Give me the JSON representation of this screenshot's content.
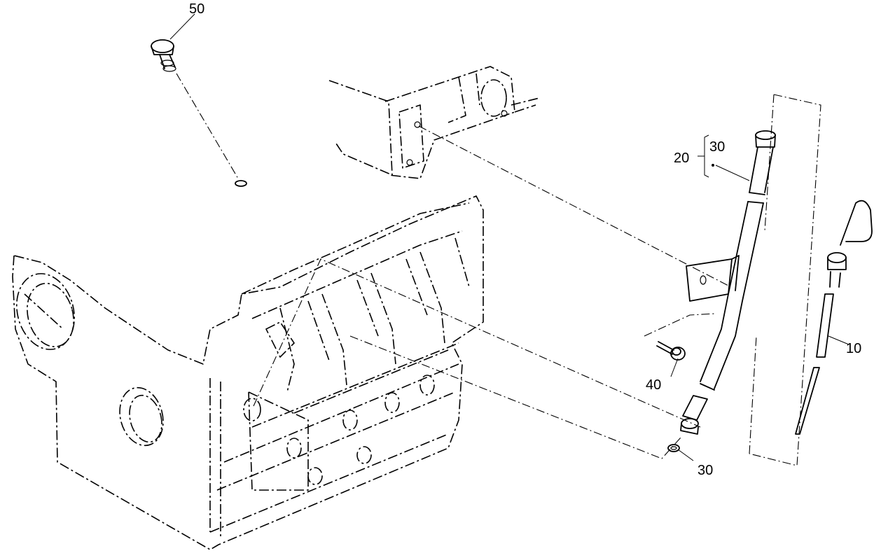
{
  "labels": {
    "l10": "10",
    "l20": "20",
    "l30a": "30",
    "l30b": "30",
    "l40": "40",
    "l50": "50"
  }
}
